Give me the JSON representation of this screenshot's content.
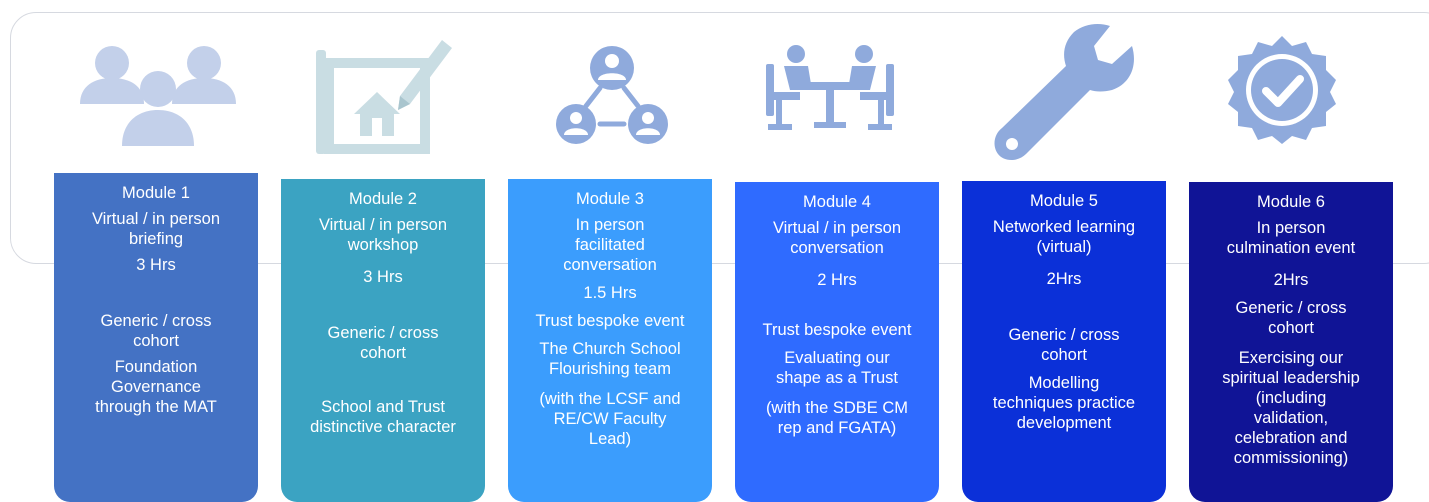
{
  "colors": {
    "module_1": "#4472c4",
    "module_2": "#3ba3c2",
    "module_3": "#3b9dfd",
    "module_4": "#2f6bff",
    "module_5": "#0b30d8",
    "module_6": "#101496",
    "icon_blue": "#8faadc",
    "icon_light": "#c3d0ea",
    "icon_teal": "#c9dde3"
  },
  "modules": [
    {
      "title": "Module 1",
      "format": "Virtual / in person\nbriefing",
      "duration": "3 Hrs",
      "type": "Generic / cross\ncohort",
      "description": "Foundation\nGovernance\nthrough the MAT",
      "icon": "people-group-icon"
    },
    {
      "title": "Module 2",
      "format": "Virtual / in person\nworkshop",
      "duration": "3 Hrs",
      "type": "Generic / cross\ncohort",
      "description": "School and Trust\ndistinctive character",
      "icon": "blueprint-house-icon"
    },
    {
      "title": "Module 3",
      "format": "In person\nfacilitated\nconversation",
      "duration": "1.5 Hrs",
      "type": "Trust bespoke event",
      "description": "The Church School\nFlourishing team",
      "note": "(with the LCSF and\nRE/CW Faculty\nLead)",
      "icon": "network-people-icon"
    },
    {
      "title": "Module 4",
      "format": "Virtual / in person\nconversation",
      "duration": "2 Hrs",
      "type": "Trust bespoke event",
      "description": "Evaluating our\nshape as a Trust",
      "note": "(with the SDBE CM\nrep and FGATA)",
      "icon": "meeting-table-icon"
    },
    {
      "title": "Module 5",
      "format": "Networked learning\n(virtual)",
      "duration": "2Hrs",
      "type": "Generic / cross\ncohort",
      "description": "Modelling\ntechniques practice\ndevelopment",
      "icon": "wrench-icon"
    },
    {
      "title": "Module 6",
      "format": "In person\nculmination event",
      "duration": "2Hrs",
      "type": "Generic / cross\ncohort",
      "description": "Exercising our\nspiritual leadership\n(including\nvalidation,\ncelebration and\ncommissioning)",
      "icon": "verified-badge-icon"
    }
  ]
}
